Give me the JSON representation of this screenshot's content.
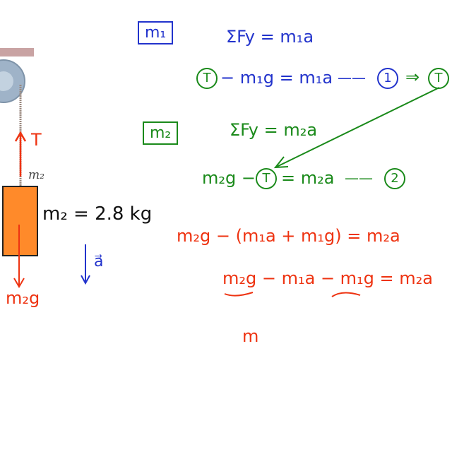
{
  "diagram": {
    "block_label": "m₂",
    "tension_label": "T",
    "weight_label": "m₂g",
    "mass_value": "m₂ = 2.8 kg",
    "accel_label": "a⃗"
  },
  "equations_m1": {
    "box_label": "m₁",
    "sum_forces": "ΣFy = m₁a",
    "tension_circle": "T",
    "line2_rest": "− m₁g = m₁a",
    "dash": "——",
    "eq_number": "1",
    "implies": "⇒",
    "tension_circle_right": "T"
  },
  "equations_m2": {
    "box_label": "m₂",
    "sum_forces": "ΣFy = m₂a",
    "line2_start": "m₂g −",
    "tension_circle": "T",
    "line2_rest": "= m₂a",
    "dash": "——",
    "eq_number": "2"
  },
  "combined": {
    "line1": "m₂g − (m₁a + m₁g) = m₂a",
    "line2": "m₂g − m₁a − m₁g = m₂a",
    "line3": "m"
  },
  "colors": {
    "blue": "#2233cc",
    "green": "#1a8a1a",
    "red": "#ee3311",
    "block": "#ff8a2a"
  }
}
